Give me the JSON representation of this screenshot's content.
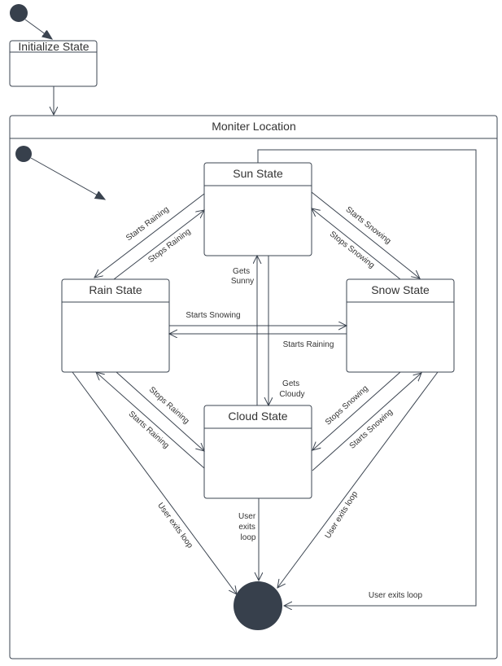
{
  "diagram": {
    "type": "state-diagram",
    "colors": {
      "stroke": "#3b4450",
      "node_fill": "#ffffff",
      "pseudo_state": "#37404c",
      "text": "#333333"
    },
    "states": {
      "initialize": "Initialize State",
      "sun": "Sun State",
      "rain": "Rain State",
      "snow": "Snow State",
      "cloud": "Cloud State"
    },
    "region_title": "Moniter Location",
    "transitions": {
      "sun_to_rain": "Starts Raining",
      "rain_to_sun": "Stops Raining",
      "sun_to_snow": "Starts Snowing",
      "snow_to_sun": "Stops Snowing",
      "rain_to_snow": "Starts Snowing",
      "snow_to_rain": "Starts Raining",
      "cloud_to_sun": [
        "Gets",
        "Sunny"
      ],
      "sun_to_cloud": [
        "Gets",
        "Cloudy"
      ],
      "rain_to_cloud": "Stops Raining",
      "cloud_to_rain": "Starts Raining",
      "snow_to_cloud": "Stops Snowing",
      "cloud_to_snow": "Starts Snowing",
      "rain_exit": "User exits loop",
      "cloud_exit": [
        "User",
        "exits",
        "loop"
      ],
      "snow_exit": "User exits loop",
      "sun_exit": "User exits loop"
    }
  }
}
